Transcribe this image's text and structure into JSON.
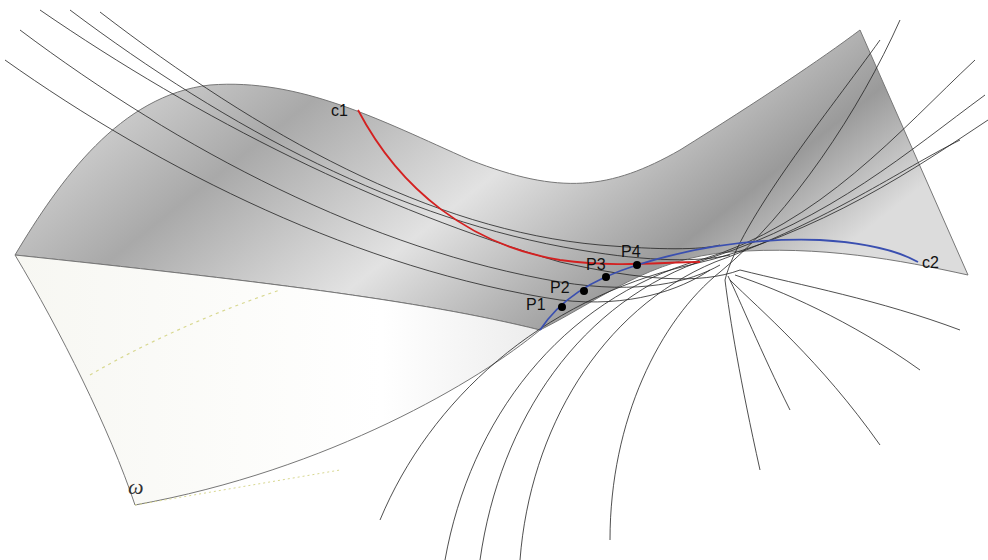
{
  "diagram": {
    "labels": [
      "c1",
      "c2",
      "P1",
      "P2",
      "P3",
      "P4",
      "ω"
    ]
  }
}
